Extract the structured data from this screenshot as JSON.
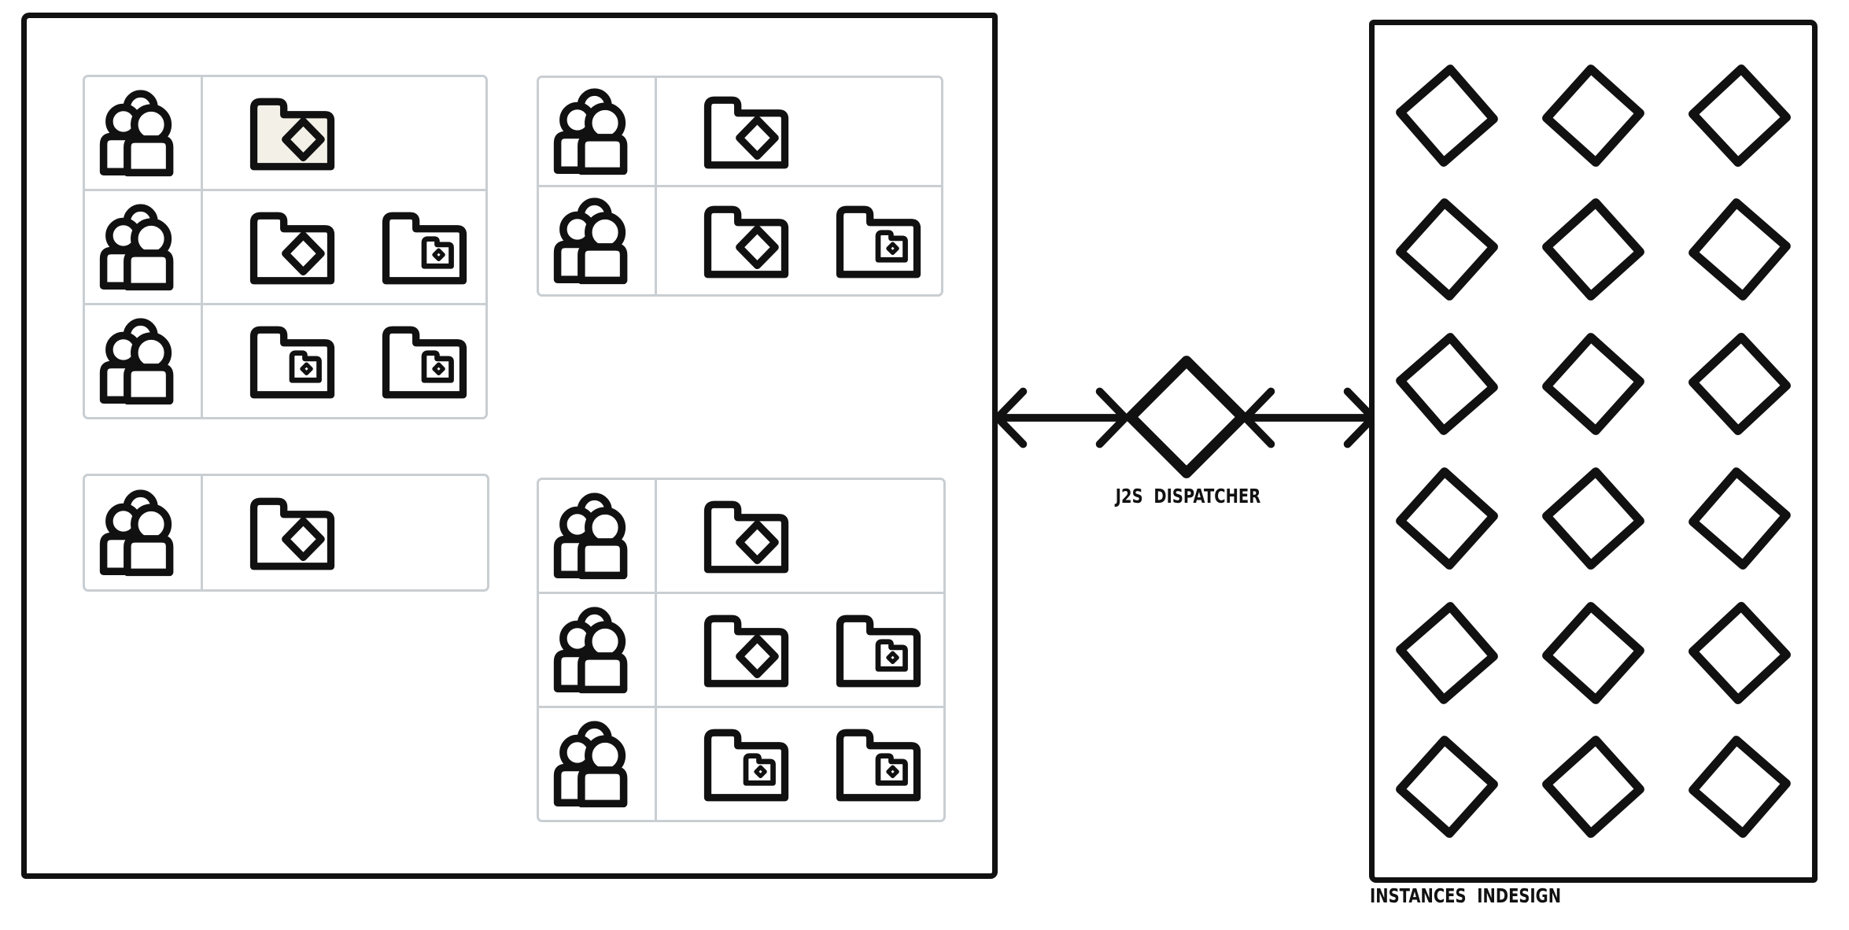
{
  "colors": {
    "stroke": "#111111",
    "group_border": "#c9ced2",
    "highlight_folder_fill": "#f3f1e7",
    "background": "#ffffff"
  },
  "icons": {
    "users": "users-group-icon",
    "folder-diamond": "folder-with-diamond-icon",
    "folder-subfolder": "folder-with-subfolder-icon",
    "instance": "diamond-instance-icon",
    "dispatcher": "dispatcher-diamond-icon",
    "arrow": "double-headed-arrow-icon"
  },
  "left_panel": {
    "groups": [
      {
        "position": "top-left",
        "rows": [
          {
            "folders": [
              {
                "type": "folder-diamond",
                "highlighted": true
              }
            ]
          },
          {
            "folders": [
              {
                "type": "folder-diamond"
              },
              {
                "type": "folder-subfolder"
              }
            ]
          },
          {
            "folders": [
              {
                "type": "folder-subfolder"
              },
              {
                "type": "folder-subfolder"
              }
            ]
          }
        ]
      },
      {
        "position": "top-right",
        "rows": [
          {
            "folders": [
              {
                "type": "folder-diamond"
              }
            ]
          },
          {
            "folders": [
              {
                "type": "folder-diamond"
              },
              {
                "type": "folder-subfolder"
              }
            ]
          }
        ]
      },
      {
        "position": "mid-left",
        "rows": [
          {
            "folders": [
              {
                "type": "folder-diamond"
              }
            ]
          }
        ]
      },
      {
        "position": "bottom-middle",
        "rows": [
          {
            "folders": [
              {
                "type": "folder-diamond"
              }
            ]
          },
          {
            "folders": [
              {
                "type": "folder-diamond"
              },
              {
                "type": "folder-subfolder"
              }
            ]
          },
          {
            "folders": [
              {
                "type": "folder-subfolder"
              },
              {
                "type": "folder-subfolder"
              }
            ]
          }
        ]
      }
    ]
  },
  "dispatcher": {
    "label": "J2S DISPATCHER"
  },
  "right_panel": {
    "label": "INSTANCES INDESIGN",
    "grid": {
      "rows": 6,
      "columns": 3,
      "shape": "diamond"
    }
  }
}
